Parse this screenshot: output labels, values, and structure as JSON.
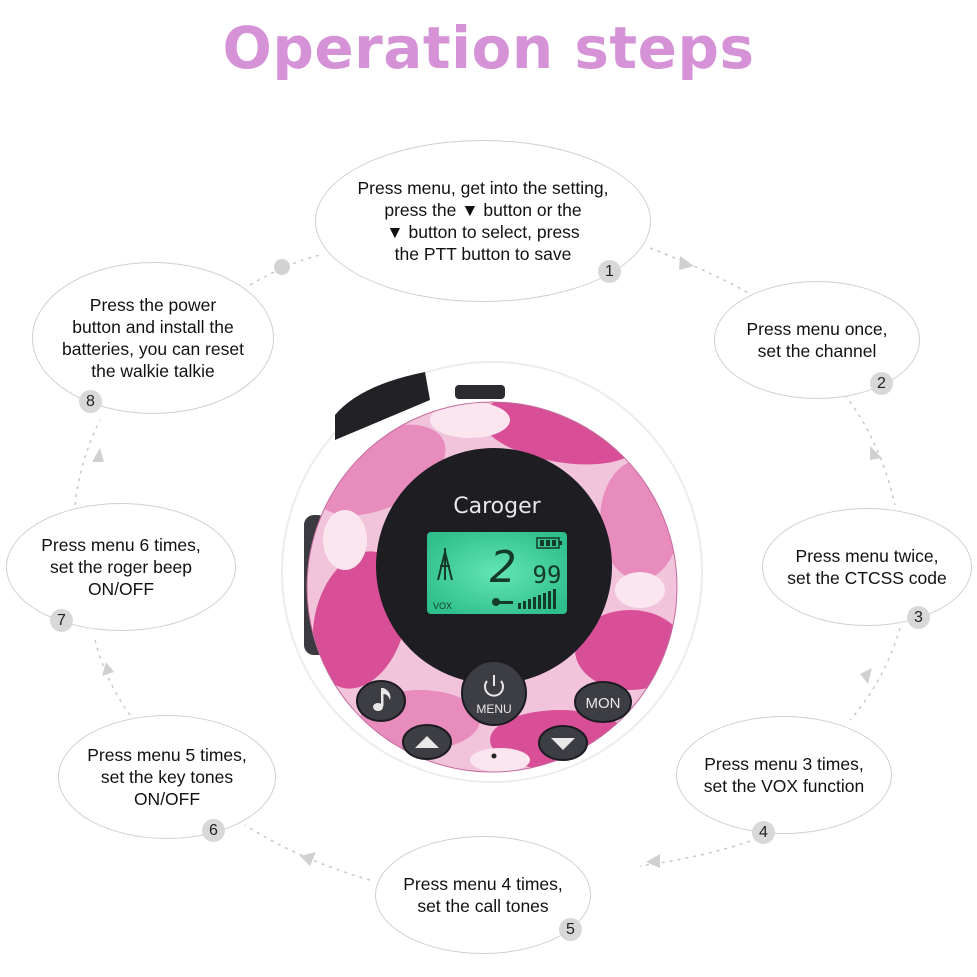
{
  "title": "Operation steps",
  "brand": "Caroger",
  "display": {
    "channel": "2",
    "code": "99",
    "vox_label": "VOX"
  },
  "buttons": {
    "menu_label": "MENU",
    "mon_label": "MON"
  },
  "steps": [
    {
      "number": "1",
      "text": "Press menu, get into the setting,\npress the ▼ button or the\n▼ button to select, press\nthe PTT button to save"
    },
    {
      "number": "2",
      "text": "Press menu once,\nset the channel"
    },
    {
      "number": "3",
      "text": "Press menu twice,\nset the CTCSS code"
    },
    {
      "number": "4",
      "text": "Press menu 3 times,\nset the VOX function"
    },
    {
      "number": "5",
      "text": "Press menu 4 times,\nset the call tones"
    },
    {
      "number": "6",
      "text": "Press menu 5 times,\nset the key tones\nON/OFF"
    },
    {
      "number": "7",
      "text": "Press menu 6 times,\nset the roger beep\nON/OFF"
    },
    {
      "number": "8",
      "text": "Press the power\nbutton and install the\nbatteries, you can reset\nthe walkie talkie"
    }
  ],
  "colors": {
    "title": "#d592d6",
    "camo_light": "#f2c4dc",
    "camo_mid": "#e88bbd",
    "camo_dark": "#d84f97",
    "lcd": "#3fd6a2",
    "face": "#1d1d22",
    "button": "#3d3d44"
  },
  "icons": [
    "music-note-icon",
    "power-icon",
    "up-arrow-icon",
    "down-arrow-icon",
    "antenna-icon",
    "battery-icon",
    "key-icon",
    "signal-bars-icon"
  ]
}
